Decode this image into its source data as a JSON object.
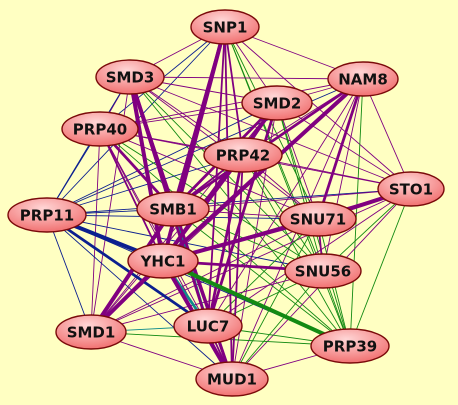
{
  "colors": {
    "background": "#ffffc2",
    "node_fill_light": "#ffd6d6",
    "node_fill_dark": "#f06a6a",
    "node_stroke": "#7a0a0a",
    "edge_purple": "#800080",
    "edge_blue": "#0b1f8f",
    "edge_green": "#138a13",
    "edge_teal": "#0e8b8b"
  },
  "nodes": [
    {
      "id": "SNP1",
      "label": "SNP1"
    },
    {
      "id": "SMD3",
      "label": "SMD3"
    },
    {
      "id": "NAM8",
      "label": "NAM8"
    },
    {
      "id": "SMD2",
      "label": "SMD2"
    },
    {
      "id": "PRP40",
      "label": "PRP40"
    },
    {
      "id": "PRP42",
      "label": "PRP42"
    },
    {
      "id": "STO1",
      "label": "STO1"
    },
    {
      "id": "PRP11",
      "label": "PRP11"
    },
    {
      "id": "SMB1",
      "label": "SMB1"
    },
    {
      "id": "SNU71",
      "label": "SNU71"
    },
    {
      "id": "YHC1",
      "label": "YHC1"
    },
    {
      "id": "SNU56",
      "label": "SNU56"
    },
    {
      "id": "SMD1",
      "label": "SMD1"
    },
    {
      "id": "LUC7",
      "label": "LUC7"
    },
    {
      "id": "PRP39",
      "label": "PRP39"
    },
    {
      "id": "MUD1",
      "label": "MUD1"
    }
  ],
  "edges": [
    {
      "source": "YHC1",
      "target": "PRP39",
      "color": "green",
      "weight": 4
    },
    {
      "source": "YHC1",
      "target": "SNU71",
      "color": "purple",
      "weight": 4
    },
    {
      "source": "YHC1",
      "target": "NAM8",
      "color": "purple",
      "weight": 4
    },
    {
      "source": "YHC1",
      "target": "SNP1",
      "color": "purple",
      "weight": 4
    },
    {
      "source": "YHC1",
      "target": "SMD2",
      "color": "purple",
      "weight": 4
    },
    {
      "source": "YHC1",
      "target": "PRP42",
      "color": "purple",
      "weight": 3
    },
    {
      "source": "YHC1",
      "target": "SMD1",
      "color": "purple",
      "weight": 4
    },
    {
      "source": "YHC1",
      "target": "MUD1",
      "color": "purple",
      "weight": 4
    },
    {
      "source": "YHC1",
      "target": "LUC7",
      "color": "teal",
      "weight": 3
    },
    {
      "source": "YHC1",
      "target": "SNU56",
      "color": "purple",
      "weight": 3
    },
    {
      "source": "SMB1",
      "target": "SMD3",
      "color": "purple",
      "weight": 4
    },
    {
      "source": "SMB1",
      "target": "SNP1",
      "color": "purple",
      "weight": 3
    },
    {
      "source": "SMB1",
      "target": "SMD2",
      "color": "purple",
      "weight": 3
    },
    {
      "source": "SMB1",
      "target": "SMD1",
      "color": "purple",
      "weight": 4
    },
    {
      "source": "SMB1",
      "target": "PRP40",
      "color": "purple",
      "weight": 3
    },
    {
      "source": "SMB1",
      "target": "MUD1",
      "color": "purple",
      "weight": 3
    },
    {
      "source": "SMB1",
      "target": "LUC7",
      "color": "teal",
      "weight": 3
    },
    {
      "source": "PRP11",
      "target": "YHC1",
      "color": "blue",
      "weight": 4
    },
    {
      "source": "PRP11",
      "target": "LUC7",
      "color": "blue",
      "weight": 3
    },
    {
      "source": "SMD3",
      "target": "YHC1",
      "color": "purple",
      "weight": 4
    },
    {
      "source": "SMD3",
      "target": "LUC7",
      "color": "purple",
      "weight": 3
    },
    {
      "source": "SMD3",
      "target": "MUD1",
      "color": "purple",
      "weight": 3
    },
    {
      "source": "SNU71",
      "target": "STO1",
      "color": "purple",
      "weight": 4
    },
    {
      "source": "SNU71",
      "target": "NAM8",
      "color": "purple",
      "weight": 3
    },
    {
      "source": "SNU71",
      "target": "SNU56",
      "color": "purple",
      "weight": 2
    },
    {
      "source": "PRP42",
      "target": "LUC7",
      "color": "purple",
      "weight": 3
    },
    {
      "source": "PRP42",
      "target": "SNP1",
      "color": "purple",
      "weight": 2
    },
    {
      "source": "SMD2",
      "target": "LUC7",
      "color": "purple",
      "weight": 3
    },
    {
      "source": "NAM8",
      "target": "SMB1",
      "color": "purple",
      "weight": 3
    },
    {
      "source": "SNP1",
      "target": "SMD3",
      "color": "purple",
      "weight": 1
    },
    {
      "source": "SNP1",
      "target": "NAM8",
      "color": "purple",
      "weight": 1
    },
    {
      "source": "SNP1",
      "target": "SMD2",
      "color": "purple",
      "weight": 1
    },
    {
      "source": "SNP1",
      "target": "PRP40",
      "color": "blue",
      "weight": 1
    },
    {
      "source": "SNP1",
      "target": "STO1",
      "color": "purple",
      "weight": 1
    },
    {
      "source": "SNP1",
      "target": "SNU71",
      "color": "green",
      "weight": 1
    },
    {
      "source": "SNP1",
      "target": "SNU56",
      "color": "green",
      "weight": 1
    },
    {
      "source": "SNP1",
      "target": "PRP11",
      "color": "blue",
      "weight": 1
    },
    {
      "source": "SNP1",
      "target": "PRP39",
      "color": "green",
      "weight": 1
    },
    {
      "source": "SNP1",
      "target": "LUC7",
      "color": "purple",
      "weight": 2
    },
    {
      "source": "SNP1",
      "target": "MUD1",
      "color": "purple",
      "weight": 2
    },
    {
      "source": "SMD3",
      "target": "NAM8",
      "color": "purple",
      "weight": 1
    },
    {
      "source": "SMD3",
      "target": "SMD2",
      "color": "purple",
      "weight": 1
    },
    {
      "source": "SMD3",
      "target": "PRP40",
      "color": "purple",
      "weight": 1
    },
    {
      "source": "SMD3",
      "target": "PRP42",
      "color": "purple",
      "weight": 1
    },
    {
      "source": "SMD3",
      "target": "STO1",
      "color": "purple",
      "weight": 1
    },
    {
      "source": "SMD3",
      "target": "PRP11",
      "color": "blue",
      "weight": 1
    },
    {
      "source": "SMD3",
      "target": "SNU71",
      "color": "purple",
      "weight": 1
    },
    {
      "source": "SMD3",
      "target": "SNU56",
      "color": "green",
      "weight": 1
    },
    {
      "source": "SMD3",
      "target": "SMD1",
      "color": "purple",
      "weight": 1
    },
    {
      "source": "SMD3",
      "target": "PRP39",
      "color": "green",
      "weight": 1
    },
    {
      "source": "NAM8",
      "target": "SMD2",
      "color": "purple",
      "weight": 1
    },
    {
      "source": "NAM8",
      "target": "PRP40",
      "color": "purple",
      "weight": 1
    },
    {
      "source": "NAM8",
      "target": "PRP42",
      "color": "purple",
      "weight": 1
    },
    {
      "source": "NAM8",
      "target": "STO1",
      "color": "purple",
      "weight": 1
    },
    {
      "source": "NAM8",
      "target": "PRP11",
      "color": "blue",
      "weight": 1
    },
    {
      "source": "NAM8",
      "target": "SNU56",
      "color": "purple",
      "weight": 1
    },
    {
      "source": "NAM8",
      "target": "SMD1",
      "color": "purple",
      "weight": 1
    },
    {
      "source": "NAM8",
      "target": "LUC7",
      "color": "purple",
      "weight": 1
    },
    {
      "source": "NAM8",
      "target": "PRP39",
      "color": "green",
      "weight": 1
    },
    {
      "source": "NAM8",
      "target": "MUD1",
      "color": "purple",
      "weight": 1
    },
    {
      "source": "SMD2",
      "target": "PRP40",
      "color": "purple",
      "weight": 1
    },
    {
      "source": "SMD2",
      "target": "PRP42",
      "color": "purple",
      "weight": 1
    },
    {
      "source": "SMD2",
      "target": "STO1",
      "color": "purple",
      "weight": 1
    },
    {
      "source": "SMD2",
      "target": "PRP11",
      "color": "blue",
      "weight": 1
    },
    {
      "source": "SMD2",
      "target": "SNU71",
      "color": "purple",
      "weight": 1
    },
    {
      "source": "SMD2",
      "target": "SNU56",
      "color": "green",
      "weight": 1
    },
    {
      "source": "SMD2",
      "target": "SMD1",
      "color": "purple",
      "weight": 1
    },
    {
      "source": "SMD2",
      "target": "PRP39",
      "color": "green",
      "weight": 1
    },
    {
      "source": "SMD2",
      "target": "MUD1",
      "color": "purple",
      "weight": 1
    },
    {
      "source": "PRP40",
      "target": "PRP42",
      "color": "purple",
      "weight": 1
    },
    {
      "source": "PRP40",
      "target": "STO1",
      "color": "purple",
      "weight": 1
    },
    {
      "source": "PRP40",
      "target": "PRP11",
      "color": "blue",
      "weight": 1
    },
    {
      "source": "PRP40",
      "target": "SNU71",
      "color": "purple",
      "weight": 1
    },
    {
      "source": "PRP40",
      "target": "YHC1",
      "color": "purple",
      "weight": 2
    },
    {
      "source": "PRP40",
      "target": "SNU56",
      "color": "green",
      "weight": 1
    },
    {
      "source": "PRP40",
      "target": "SMD1",
      "color": "purple",
      "weight": 1
    },
    {
      "source": "PRP40",
      "target": "LUC7",
      "color": "purple",
      "weight": 1
    },
    {
      "source": "PRP40",
      "target": "PRP39",
      "color": "green",
      "weight": 1
    },
    {
      "source": "PRP40",
      "target": "MUD1",
      "color": "purple",
      "weight": 1
    },
    {
      "source": "PRP42",
      "target": "STO1",
      "color": "purple",
      "weight": 1
    },
    {
      "source": "PRP42",
      "target": "PRP11",
      "color": "blue",
      "weight": 1
    },
    {
      "source": "PRP42",
      "target": "SMB1",
      "color": "purple",
      "weight": 2
    },
    {
      "source": "PRP42",
      "target": "SNU71",
      "color": "purple",
      "weight": 1
    },
    {
      "source": "PRP42",
      "target": "SNU56",
      "color": "green",
      "weight": 1
    },
    {
      "source": "PRP42",
      "target": "SMD1",
      "color": "purple",
      "weight": 1
    },
    {
      "source": "PRP42",
      "target": "PRP39",
      "color": "green",
      "weight": 1
    },
    {
      "source": "PRP42",
      "target": "MUD1",
      "color": "purple",
      "weight": 2
    },
    {
      "source": "STO1",
      "target": "PRP11",
      "color": "blue",
      "weight": 1
    },
    {
      "source": "STO1",
      "target": "SMB1",
      "color": "purple",
      "weight": 1
    },
    {
      "source": "STO1",
      "target": "YHC1",
      "color": "purple",
      "weight": 1
    },
    {
      "source": "STO1",
      "target": "SNU56",
      "color": "green",
      "weight": 1
    },
    {
      "source": "STO1",
      "target": "SMD1",
      "color": "purple",
      "weight": 1
    },
    {
      "source": "STO1",
      "target": "LUC7",
      "color": "purple",
      "weight": 1
    },
    {
      "source": "STO1",
      "target": "PRP39",
      "color": "green",
      "weight": 1
    },
    {
      "source": "STO1",
      "target": "MUD1",
      "color": "purple",
      "weight": 1
    },
    {
      "source": "PRP11",
      "target": "SMB1",
      "color": "blue",
      "weight": 1
    },
    {
      "source": "PRP11",
      "target": "SNU71",
      "color": "blue",
      "weight": 1
    },
    {
      "source": "PRP11",
      "target": "SNU56",
      "color": "blue",
      "weight": 1
    },
    {
      "source": "PRP11",
      "target": "SMD1",
      "color": "blue",
      "weight": 1
    },
    {
      "source": "PRP11",
      "target": "PRP39",
      "color": "blue",
      "weight": 1
    },
    {
      "source": "PRP11",
      "target": "MUD1",
      "color": "blue",
      "weight": 1
    },
    {
      "source": "SMB1",
      "target": "SNU71",
      "color": "purple",
      "weight": 1
    },
    {
      "source": "SMB1",
      "target": "SNU56",
      "color": "green",
      "weight": 1
    },
    {
      "source": "SMB1",
      "target": "PRP39",
      "color": "green",
      "weight": 1
    },
    {
      "source": "SNU71",
      "target": "SMD1",
      "color": "purple",
      "weight": 1
    },
    {
      "source": "SNU71",
      "target": "LUC7",
      "color": "green",
      "weight": 1
    },
    {
      "source": "SNU71",
      "target": "PRP39",
      "color": "green",
      "weight": 1
    },
    {
      "source": "SNU71",
      "target": "MUD1",
      "color": "green",
      "weight": 1
    },
    {
      "source": "SNU56",
      "target": "SMD1",
      "color": "purple",
      "weight": 1
    },
    {
      "source": "SNU56",
      "target": "LUC7",
      "color": "green",
      "weight": 1
    },
    {
      "source": "SNU56",
      "target": "PRP39",
      "color": "green",
      "weight": 1
    },
    {
      "source": "SNU56",
      "target": "MUD1",
      "color": "green",
      "weight": 1
    },
    {
      "source": "SMD1",
      "target": "LUC7",
      "color": "teal",
      "weight": 1
    },
    {
      "source": "SMD1",
      "target": "PRP39",
      "color": "green",
      "weight": 1
    },
    {
      "source": "SMD1",
      "target": "MUD1",
      "color": "purple",
      "weight": 1
    },
    {
      "source": "LUC7",
      "target": "PRP39",
      "color": "green",
      "weight": 1
    },
    {
      "source": "LUC7",
      "target": "MUD1",
      "color": "purple",
      "weight": 2
    },
    {
      "source": "PRP39",
      "target": "MUD1",
      "color": "purple",
      "weight": 1
    }
  ]
}
